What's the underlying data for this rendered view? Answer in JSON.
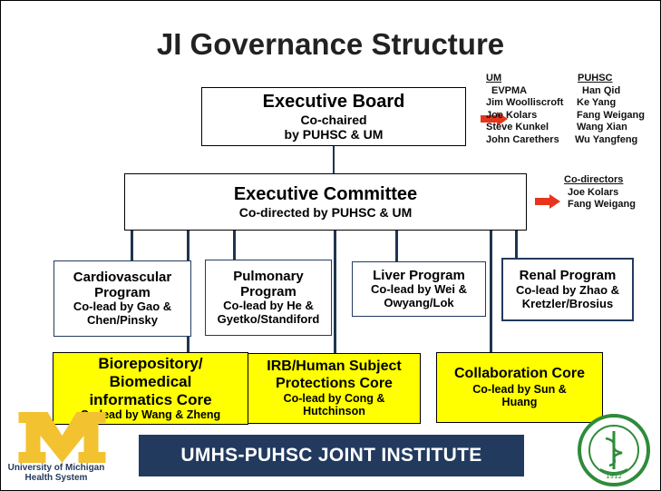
{
  "slide": {
    "title": "JI Governance Structure",
    "banner": "UMHS-PUHSC JOINT INSTITUTE",
    "um_logo_text_1": "University of Michigan",
    "um_logo_text_2": "Health System",
    "um_logo_letter": "M",
    "seal_year": "1912"
  },
  "executive_board": {
    "title": "Executive Board",
    "line1": "Co-chaired",
    "line2": "by PUHSC & UM"
  },
  "board_members": {
    "um_header": "UM",
    "puhsc_header": "PUHSC",
    "rows": [
      {
        "um": "EVPMA",
        "puhsc": "Han Qid"
      },
      {
        "um": "Jim Woolliscroft",
        "puhsc": "Ke Yang"
      },
      {
        "um": "Joe Kolars",
        "puhsc": "Fang Weigang"
      },
      {
        "um": "Steve Kunkel",
        "puhsc": "Wang Xian"
      },
      {
        "um": "John Carethers",
        "puhsc": "Wu Yangfeng"
      }
    ]
  },
  "executive_committee": {
    "title": "Executive Committee",
    "line1": "Co-directed by PUHSC & UM"
  },
  "co_directors": {
    "header": "Co-directors",
    "names": [
      "Joe Kolars",
      "Fang Weigang"
    ]
  },
  "programs": [
    {
      "title_1": "Cardiovascular",
      "title_2": "Program",
      "lead_1": "Co-lead by Gao &",
      "lead_2": "Chen/Pinsky"
    },
    {
      "title_1": "Pulmonary",
      "title_2": "Program",
      "lead_1": "Co-lead by He &",
      "lead_2": "Gyetko/Standiford"
    },
    {
      "title_1": "Liver Program",
      "title_2": "",
      "lead_1": "Co-lead by Wei &",
      "lead_2": "Owyang/Lok"
    },
    {
      "title_1": "Renal Program",
      "title_2": "",
      "lead_1": "Co-lead by Zhao &",
      "lead_2": "Kretzler/Brosius"
    }
  ],
  "cores": [
    {
      "title_1": "Biorepository/",
      "title_2": "Biomedical",
      "title_3": "informatics Core",
      "lead_1": "Co-lead by Wang & Zheng",
      "lead_2": ""
    },
    {
      "title_1": "IRB/Human Subject",
      "title_2": "Protections Core",
      "title_3": "",
      "lead_1": "Co-lead by Cong &",
      "lead_2": "Hutchinson"
    },
    {
      "title_1": "Collaboration Core",
      "title_2": "",
      "title_3": "",
      "lead_1": "Co-lead by Sun &",
      "lead_2": "Huang"
    }
  ],
  "colors": {
    "navy": "#223a5e",
    "core_fill": "#ffff00",
    "arrow": "#e8341c",
    "maize": "#f2c230"
  }
}
